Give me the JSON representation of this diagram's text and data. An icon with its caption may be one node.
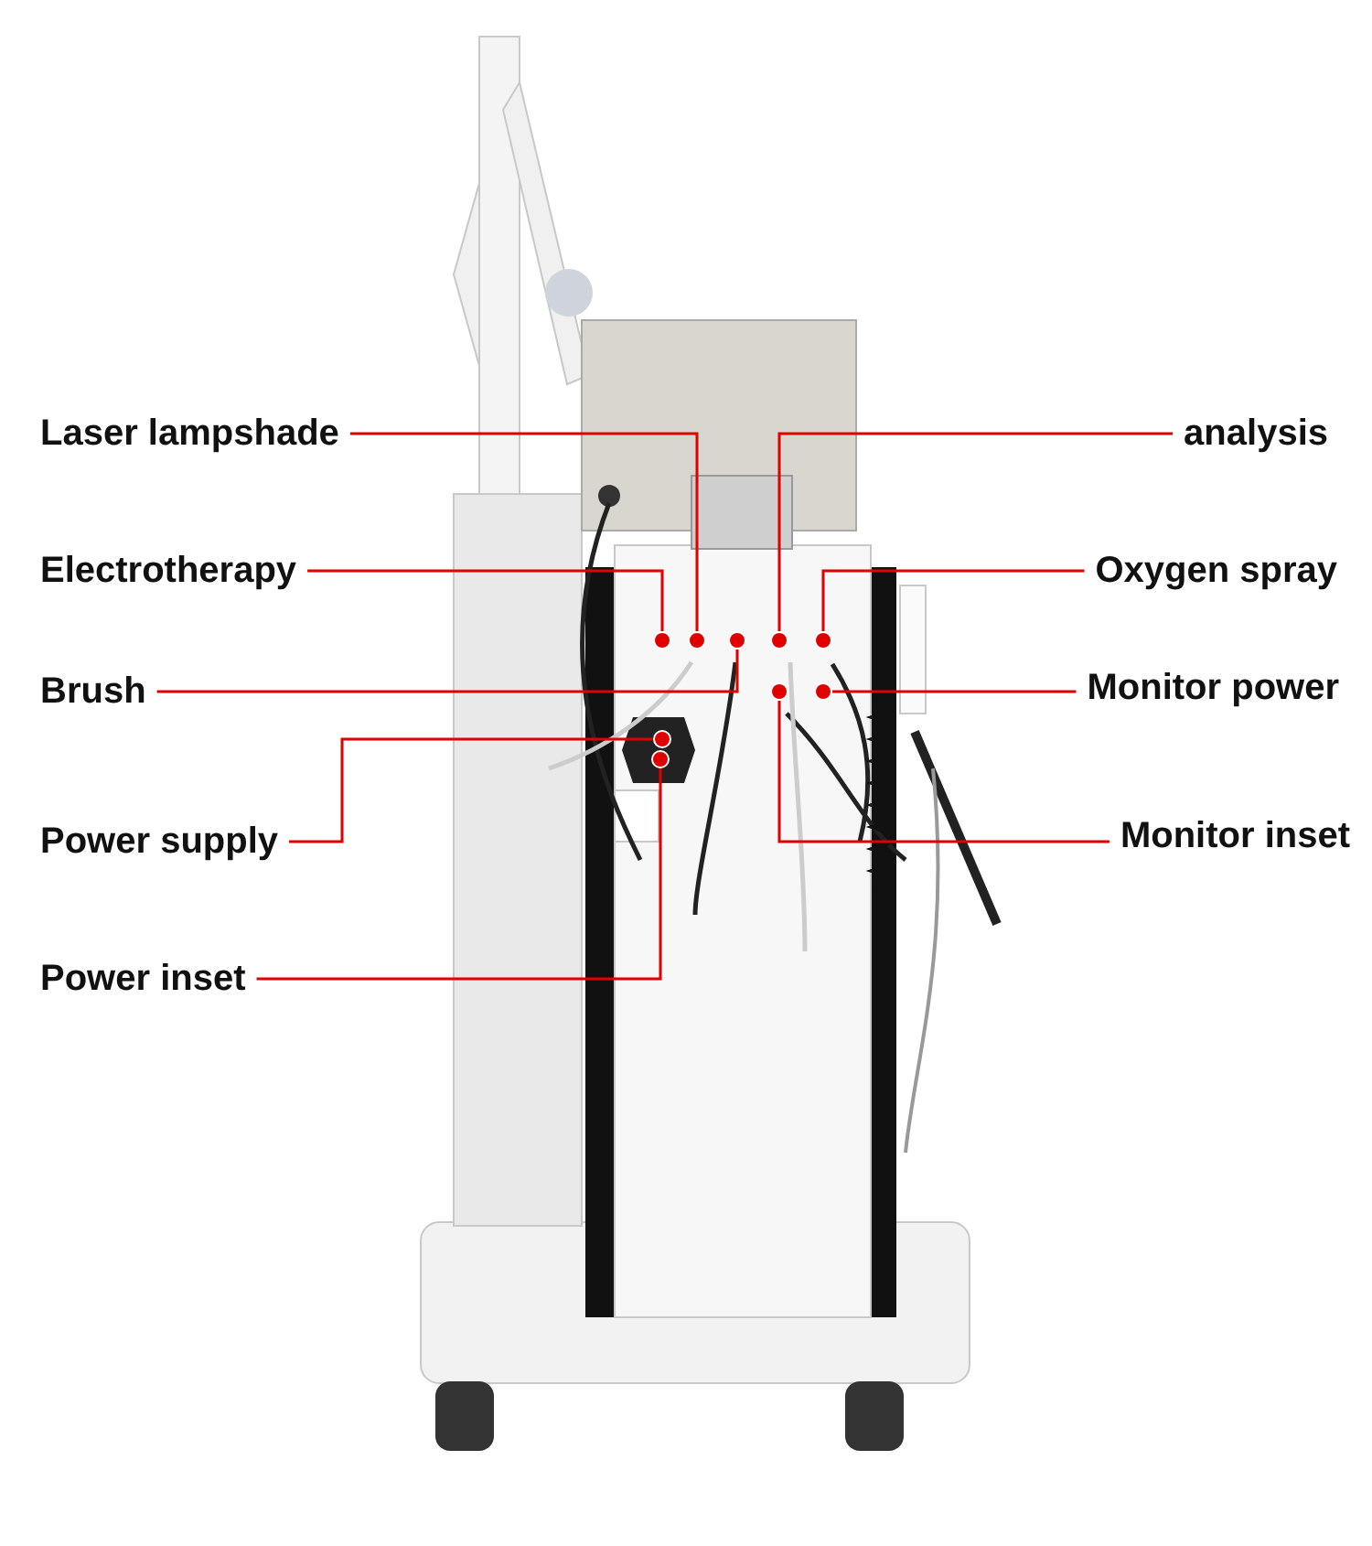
{
  "diagram": {
    "nodes": [
      {
        "text": [
          "Laser lampshade"
        ]
      },
      {
        "text": [
          "analysis"
        ]
      },
      {
        "text": [
          "Electrotherapy"
        ]
      },
      {
        "text": [
          "Oxygen spray"
        ]
      },
      {
        "text": [
          "Brush"
        ]
      },
      {
        "text": [
          "Monitor power"
        ]
      },
      {
        "text": [
          "Power supply"
        ]
      },
      {
        "text": [
          "Monitor inset"
        ]
      },
      {
        "text": [
          "Power inset"
        ]
      },
      {
        "text": [],
        "shape": "circle"
      },
      {
        "text": [],
        "shape": "circle"
      },
      {
        "text": [],
        "shape": "circle"
      },
      {
        "text": [],
        "shape": "circle"
      },
      {
        "text": [],
        "shape": "circle"
      },
      {
        "text": [],
        "shape": "circle"
      },
      {
        "text": [],
        "shape": "circle"
      },
      {
        "text": [],
        "shape": "circle"
      },
      {
        "text": [],
        "shape": "circle"
      }
    ],
    "edges": [
      {
        "from": 0,
        "to": 10,
        "arrow": "none"
      },
      {
        "from": 1,
        "to": 12,
        "arrow": "none"
      },
      {
        "from": 2,
        "to": 9,
        "arrow": "none"
      },
      {
        "from": 3,
        "to": 13,
        "arrow": "none"
      },
      {
        "from": 4,
        "to": 11,
        "arrow": "none"
      },
      {
        "from": 5,
        "to": 15,
        "arrow": "none"
      },
      {
        "from": 6,
        "to": 16,
        "arrow": "none"
      },
      {
        "from": 7,
        "to": 14,
        "arrow": "none"
      },
      {
        "from": 8,
        "to": 17,
        "arrow": "none"
      }
    ]
  }
}
